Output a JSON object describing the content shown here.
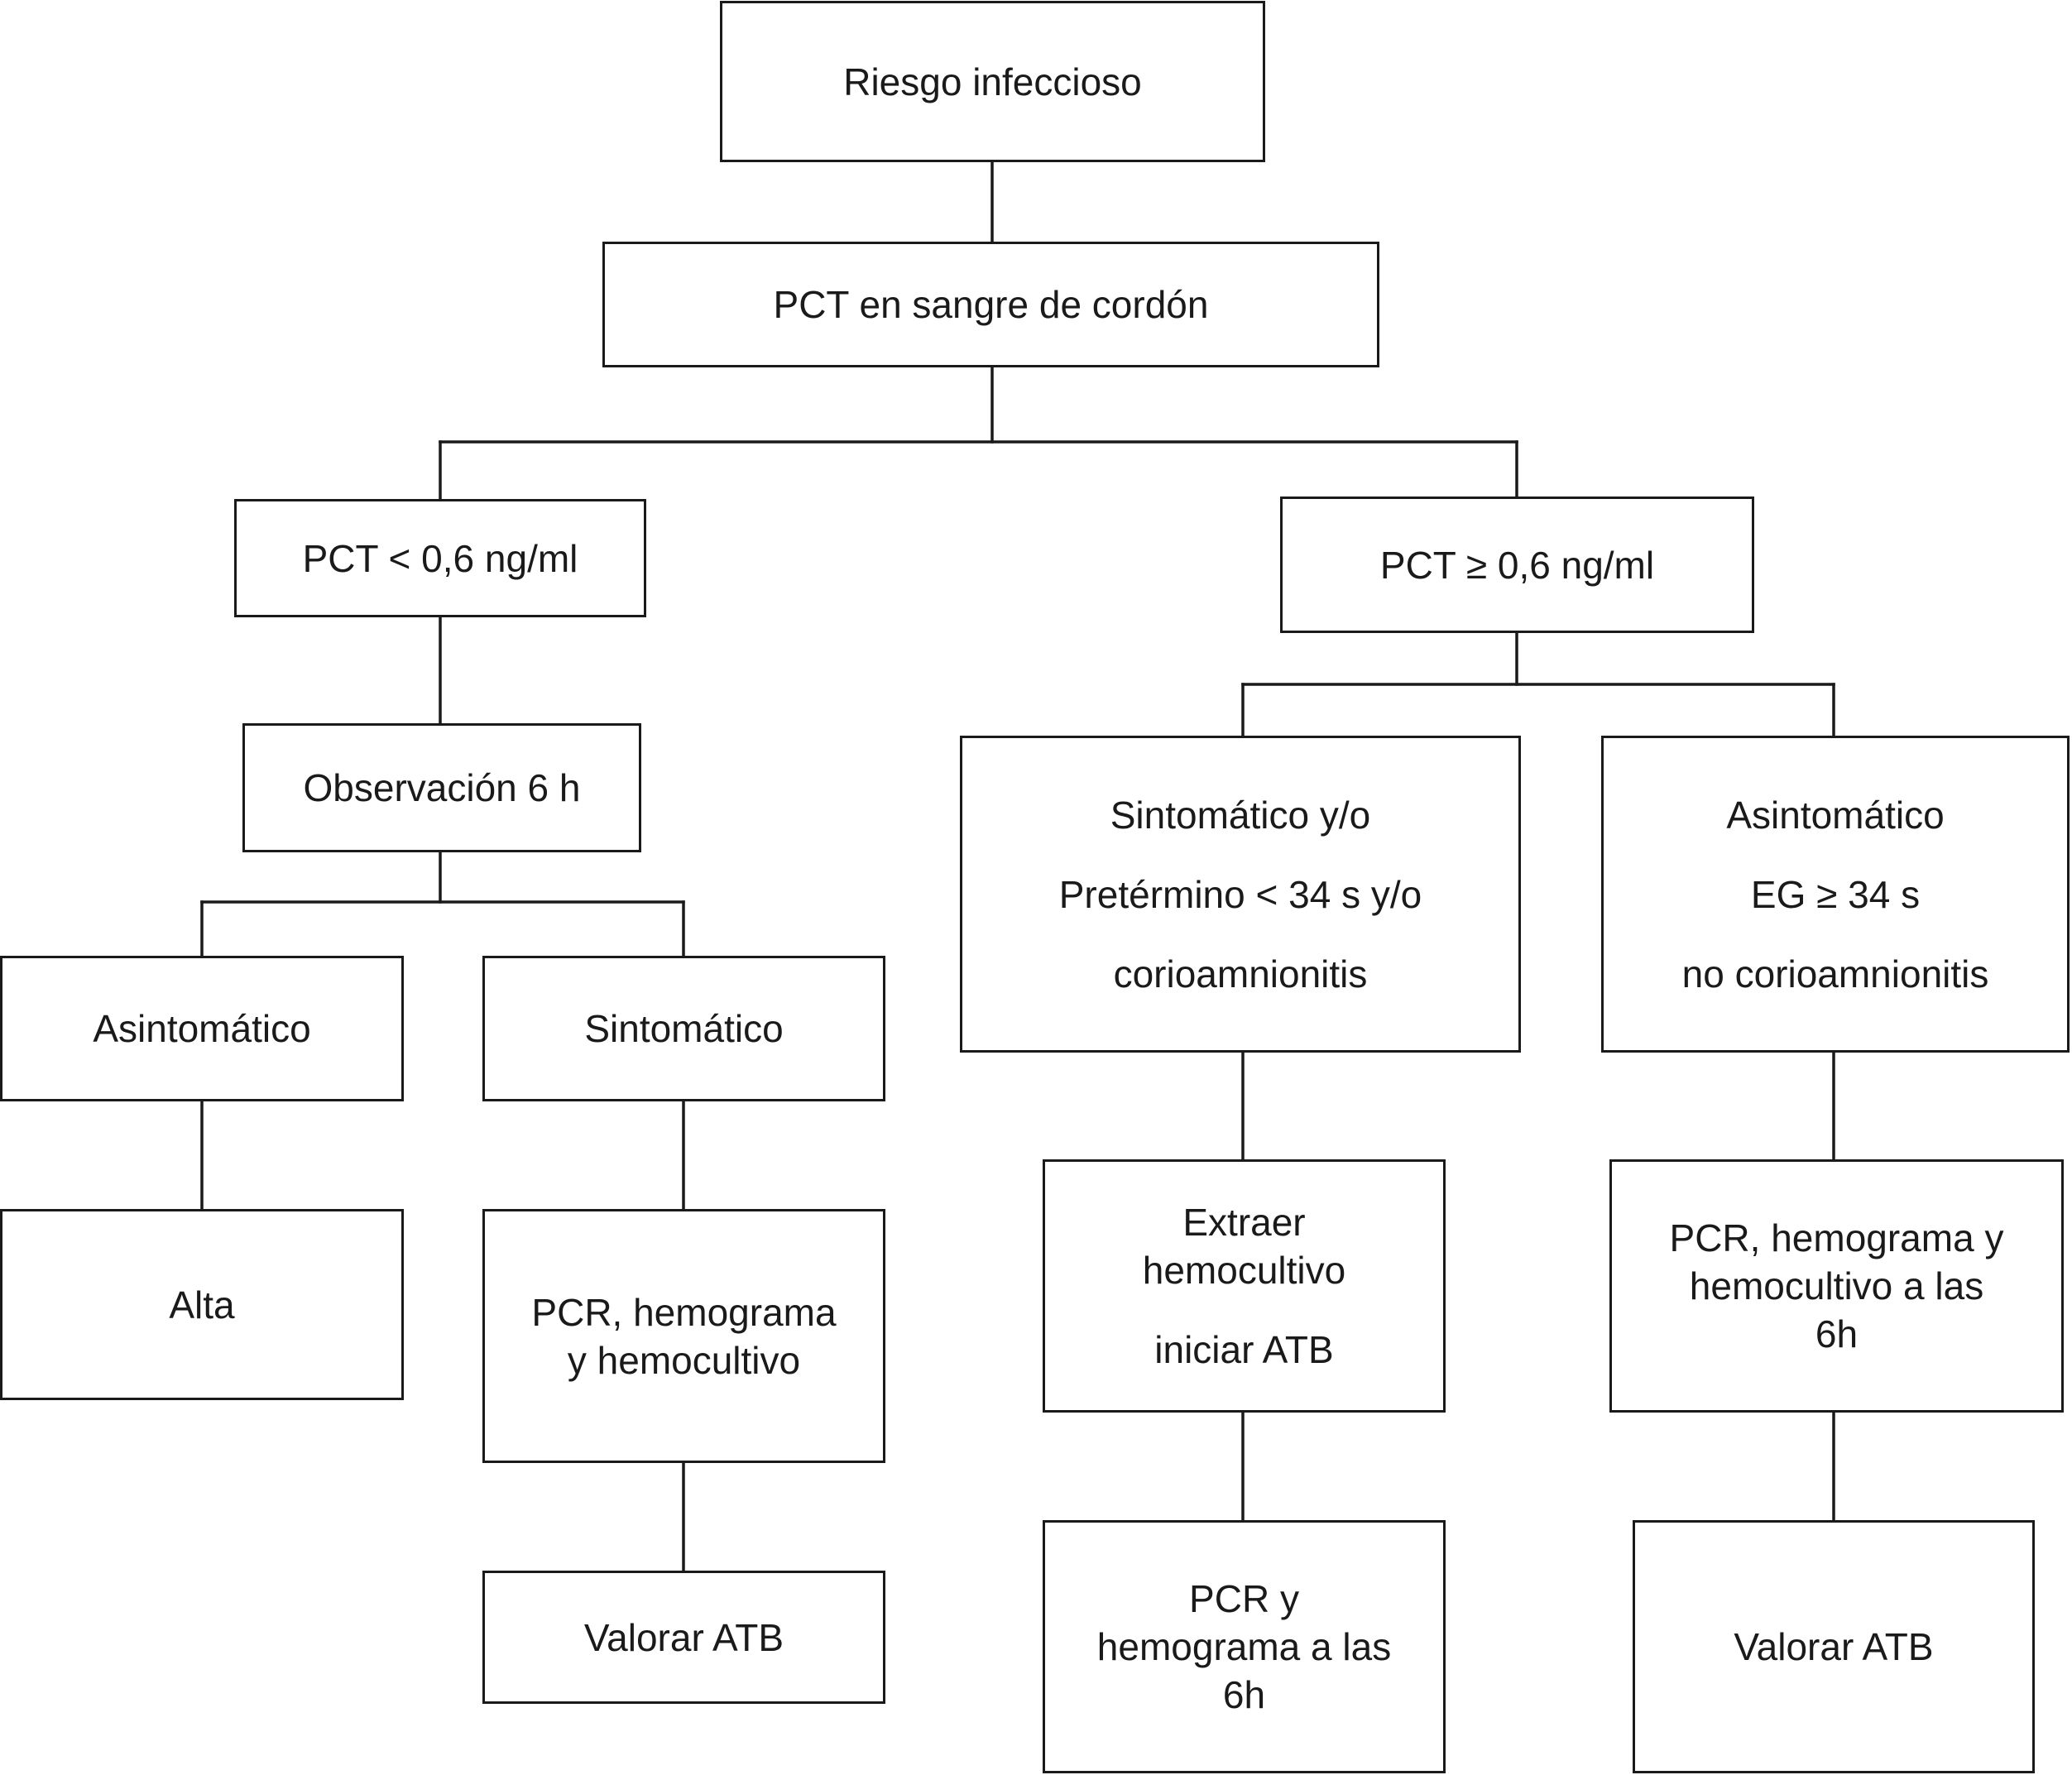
{
  "nodes": {
    "riesgo": [
      "Riesgo infeccioso"
    ],
    "pct_cordon": [
      "PCT en sangre de cordón"
    ],
    "pct_low": [
      "PCT < 0,6 ng/ml"
    ],
    "pct_high": [
      "PCT  ≥ 0,6 ng/ml"
    ],
    "observacion": [
      "Observación 6 h"
    ],
    "sint_pret": [
      "Sintomático y/o",
      "Pretérmino < 34 s y/o",
      "corioamnionitis"
    ],
    "asint_eg": [
      "Asintomático",
      "EG ≥ 34 s",
      "no corioamnionitis"
    ],
    "asint_low": [
      "Asintomático"
    ],
    "sint_low": [
      "Sintomático"
    ],
    "alta": [
      "Alta"
    ],
    "pcr_hemo_low": [
      "PCR, hemograma",
      "y hemocultivo"
    ],
    "valorar_low": [
      "Valorar ATB"
    ],
    "extraer": [
      "Extraer",
      "hemocultivo",
      "iniciar ATB"
    ],
    "pcr_hemo_6h_right": [
      "PCR, hemograma y",
      "hemocultivo a las",
      "6h"
    ],
    "pcr_6h_mid": [
      "PCR y",
      "hemograma a las",
      "6h"
    ],
    "valorar_right": [
      "Valorar ATB"
    ]
  }
}
